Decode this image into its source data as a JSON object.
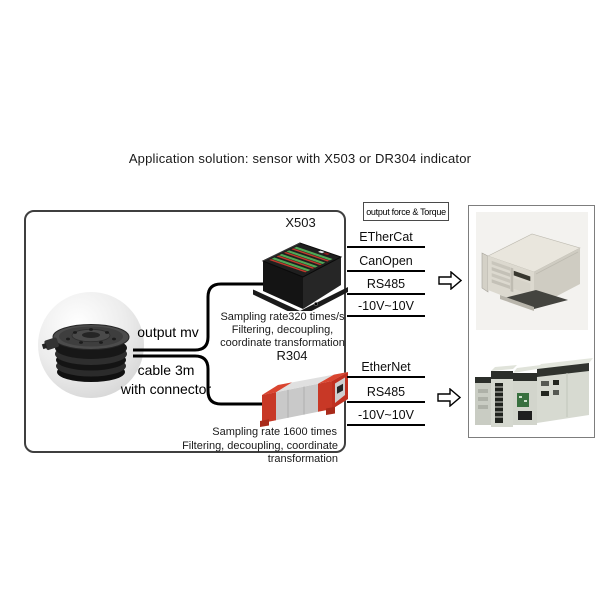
{
  "title": "Application solution: sensor with X503 or DR304 indicator",
  "sensor": {
    "photo": "force-torque-sensor",
    "output_label": "output mv",
    "cable_line1": "cable 3m",
    "cable_line2": "with connector"
  },
  "x503": {
    "label": "X503",
    "desc": [
      "Sampling rate320 times/s",
      "Filtering, decoupling,",
      "coordinate transformation"
    ],
    "protocols": [
      "ETherCat",
      "CanOpen",
      "RS485",
      "-10V~10V"
    ]
  },
  "r304": {
    "label": "R304",
    "desc": [
      "Sampling rate 1600 times",
      "Filtering, decoupling, coordinate transformation"
    ],
    "protocols": [
      "EtherNet",
      "RS485",
      "-10V~10V"
    ]
  },
  "output_box": {
    "label": "output force & Torque"
  },
  "receivers": {
    "top": "industrial-computer",
    "bottom": "plc-controller"
  },
  "icons": {
    "arrow": "hollow-right-arrow"
  },
  "colors": {
    "line": "#000000",
    "panel_border": "#3f3f3f",
    "led_green": "#4fa855",
    "led_red": "#c0392b",
    "r304_red": "#c83826",
    "chassis_beige": "#e9e6dd"
  }
}
